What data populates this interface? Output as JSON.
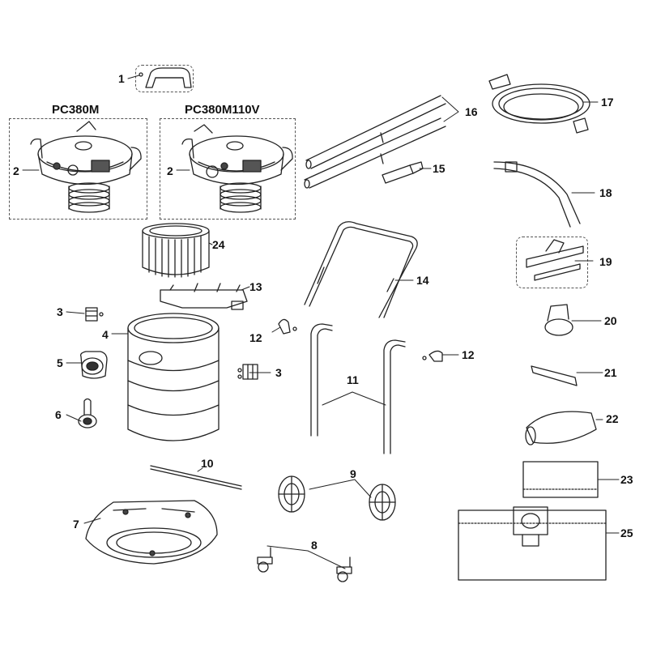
{
  "models": [
    "PC380M",
    "PC380M110V"
  ],
  "callouts": {
    "c1": "1",
    "c2a": "2",
    "c2b": "2",
    "c3a": "3",
    "c3b": "3",
    "c4": "4",
    "c5": "5",
    "c6": "6",
    "c7": "7",
    "c8": "8",
    "c9": "9",
    "c10": "10",
    "c11": "11",
    "c12a": "12",
    "c12b": "12",
    "c13": "13",
    "c14": "14",
    "c15": "15",
    "c16": "16",
    "c17": "17",
    "c18": "18",
    "c19": "19",
    "c20": "20",
    "c21": "21",
    "c22": "22",
    "c23": "23",
    "c24": "24",
    "c25": "25"
  }
}
